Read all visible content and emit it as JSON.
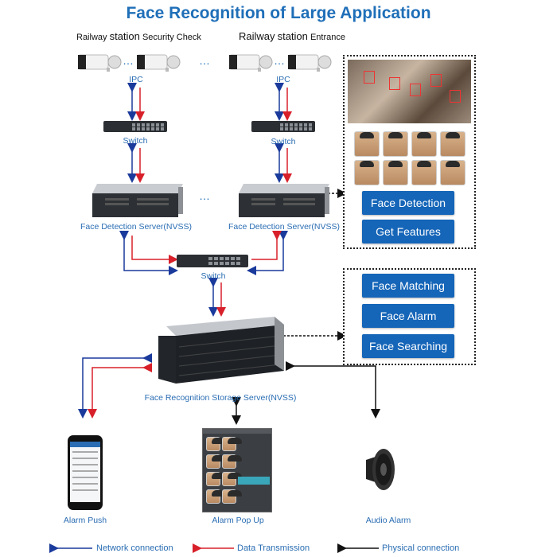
{
  "title": "Face Recognition of Large Application",
  "locations": {
    "left_prefix": "Railway",
    "left_main": "station",
    "left_suffix": "Security Check",
    "right_prefix": "Railway",
    "right_main": "station",
    "right_suffix": "Entrance"
  },
  "labels": {
    "ipc_left": "IPC",
    "ipc_right": "IPC",
    "switch_left": "Switch",
    "switch_right": "Switch",
    "switch_center": "Switch",
    "server_left": "Face Detection Server(NVSS)",
    "server_right": "Face Detection Server(NVSS)",
    "storage": "Face Recognition Storage Server(NVSS)",
    "alarm_push": "Alarm Push",
    "alarm_popup": "Alarm Pop Up",
    "audio_alarm": "Audio Alarm",
    "dots": "…",
    "dots2": "…",
    "dots3": "…",
    "dots4": "…"
  },
  "buttons": {
    "face_detection": "Face Detection",
    "get_features": "Get Features",
    "face_matching": "Face Matching",
    "face_alarm": "Face Alarm",
    "face_searching": "Face Searching"
  },
  "legend": {
    "network": "Network connection",
    "data": "Data Transmission",
    "physical": "Physical connection"
  },
  "colors": {
    "network": "#1a3a9c",
    "data": "#d8202a",
    "physical": "#111111",
    "accent": "#1565b8"
  }
}
